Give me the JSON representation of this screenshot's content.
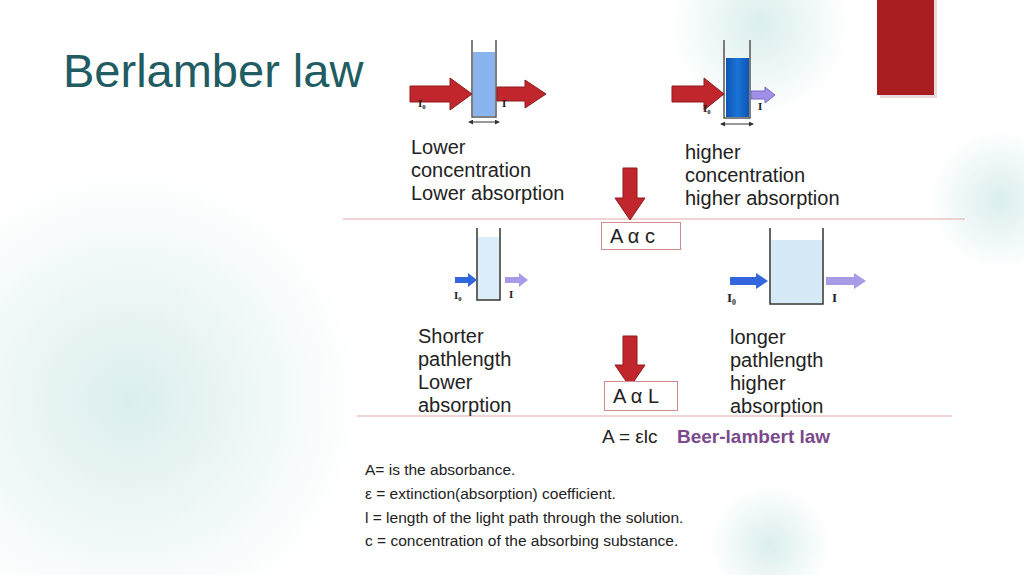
{
  "diagram": {
    "title": "Berlamber law",
    "nodes": [
      {
        "text": [
          "A α c"
        ]
      },
      {
        "text": [
          "A α L"
        ]
      }
    ],
    "labels": [
      "I₀",
      "I",
      "Lower concentration Lower absorption",
      "I₀",
      "I",
      "higher concentration higher absorption",
      "I₀",
      "I",
      "Shorter pathlength Lower absorption",
      "I₀",
      "I",
      "longer pathlength higher absorption",
      "A = εlc",
      "Beer-lambert law",
      "A= is the absorbance.",
      "ε = extinction(absorption) coefficient.",
      "l = length of the light path through the solution.",
      "c = concentration of the absorbing substance."
    ]
  }
}
